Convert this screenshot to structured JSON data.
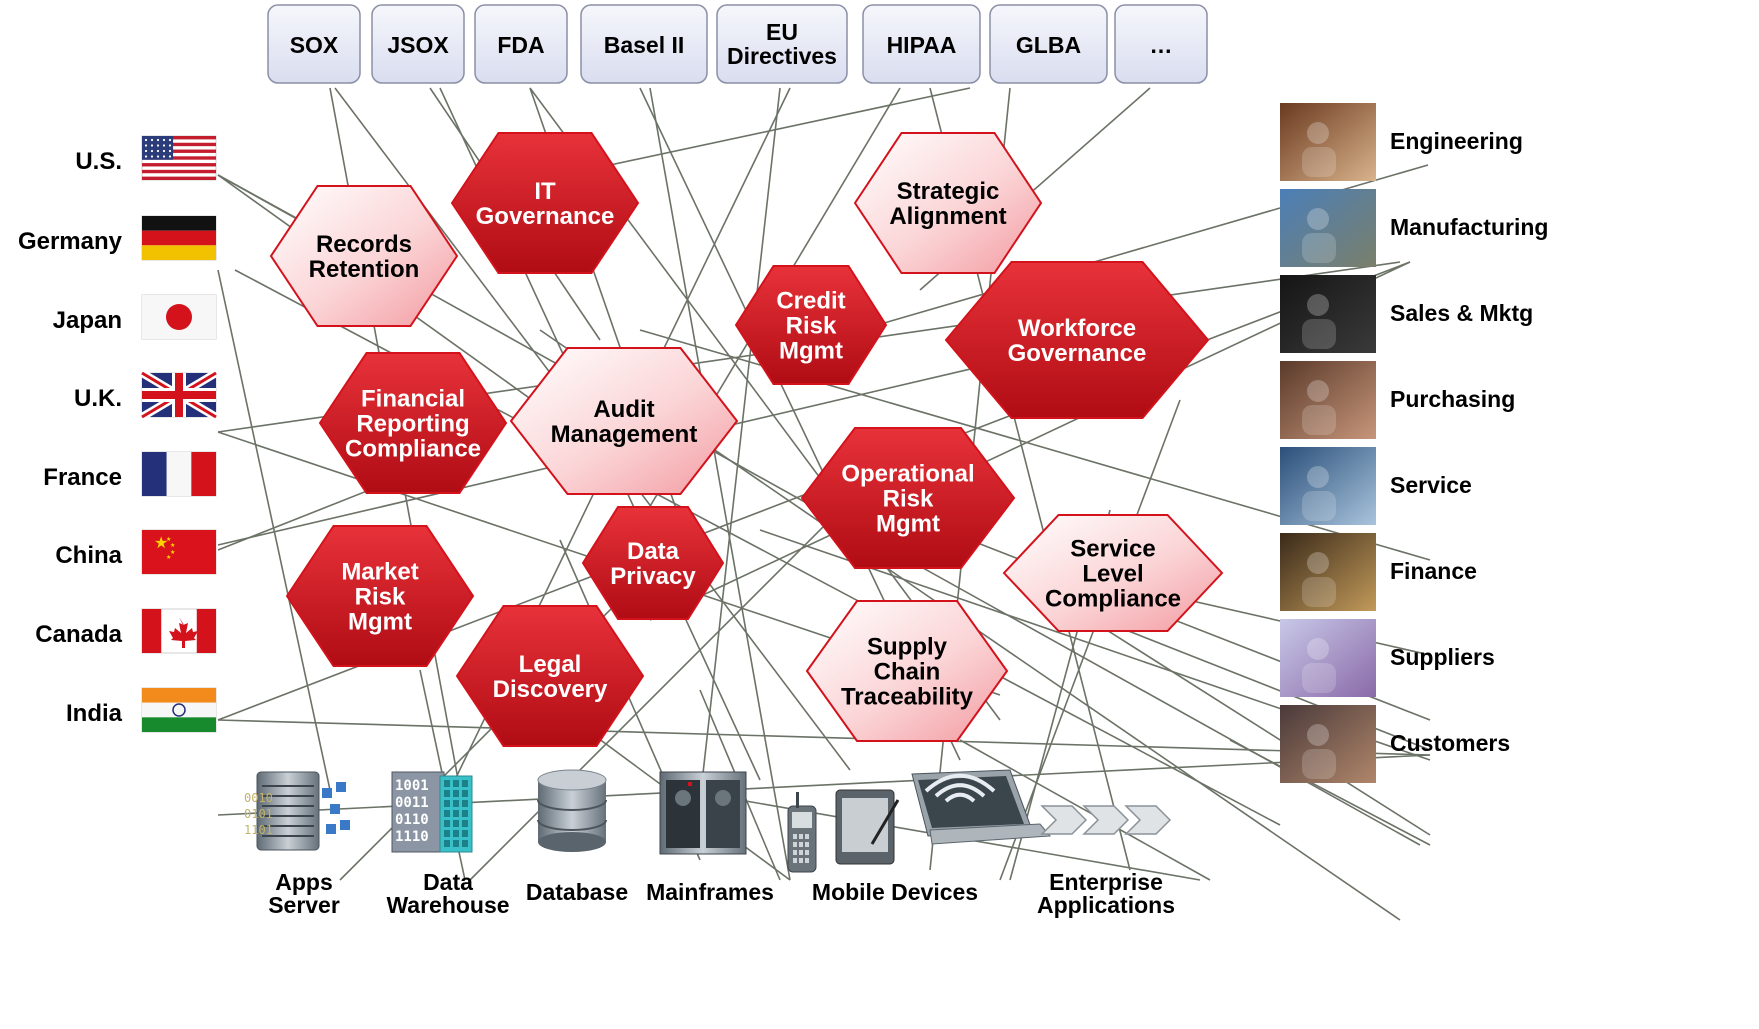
{
  "regulations": [
    "SOX",
    "JSOX",
    "FDA",
    "Basel II",
    "EU Directives",
    "HIPAA",
    "GLBA",
    "…"
  ],
  "countries": [
    {
      "name": "U.S.",
      "flag": "us-flag-icon"
    },
    {
      "name": "Germany",
      "flag": "germany-flag-icon"
    },
    {
      "name": "Japan",
      "flag": "japan-flag-icon"
    },
    {
      "name": "U.K.",
      "flag": "uk-flag-icon"
    },
    {
      "name": "France",
      "flag": "france-flag-icon"
    },
    {
      "name": "China",
      "flag": "china-flag-icon"
    },
    {
      "name": "Canada",
      "flag": "canada-flag-icon"
    },
    {
      "name": "India",
      "flag": "india-flag-icon"
    }
  ],
  "departments": [
    "Engineering",
    "Manufacturing",
    "Sales & Mktg",
    "Purchasing",
    "Service",
    "Finance",
    "Suppliers",
    "Customers"
  ],
  "initiatives": [
    {
      "id": "it-governance",
      "label": "IT Governance",
      "style": "solid"
    },
    {
      "id": "records-retention",
      "label": "Records Retention",
      "style": "light"
    },
    {
      "id": "strategic-alignment",
      "label": "Strategic Alignment",
      "style": "light"
    },
    {
      "id": "credit-risk-mgmt",
      "label": "Credit Risk Mgmt",
      "style": "solid"
    },
    {
      "id": "workforce-governance",
      "label": "Workforce Governance",
      "style": "solid"
    },
    {
      "id": "financial-reporting-compliance",
      "label": "Financial Reporting Compliance",
      "style": "solid"
    },
    {
      "id": "audit-management",
      "label": "Audit Management",
      "style": "light"
    },
    {
      "id": "operational-risk-mgmt",
      "label": "Operational Risk Mgmt",
      "style": "solid"
    },
    {
      "id": "data-privacy",
      "label": "Data Privacy",
      "style": "solid"
    },
    {
      "id": "service-level-compliance",
      "label": "Service Level Compliance",
      "style": "light"
    },
    {
      "id": "market-risk-mgmt",
      "label": "Market Risk Mgmt",
      "style": "solid"
    },
    {
      "id": "legal-discovery",
      "label": "Legal Discovery",
      "style": "solid"
    },
    {
      "id": "supply-chain-traceability",
      "label": "Supply Chain Traceability",
      "style": "light"
    }
  ],
  "systems": [
    "Apps Server",
    "Data Warehouse",
    "Database",
    "Mainframes",
    "Mobile Devices",
    "Enterprise Applications"
  ],
  "colors": {
    "solid_hex": "#c8141c",
    "light_hex": "#f7c0c4",
    "edge": "#dd1c24",
    "line": "#6b7266",
    "box": "#e6e9f5"
  }
}
